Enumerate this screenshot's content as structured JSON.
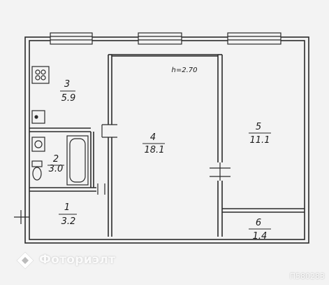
{
  "plan": {
    "ceiling_height": "h=2.70",
    "rooms": [
      {
        "id": "room-3",
        "number": "3",
        "area": "5.9"
      },
      {
        "id": "room-2",
        "number": "2",
        "area": "3.0"
      },
      {
        "id": "room-1",
        "number": "1",
        "area": "3.2"
      },
      {
        "id": "room-4",
        "number": "4",
        "area": "18.1"
      },
      {
        "id": "room-5",
        "number": "5",
        "area": "11.1"
      },
      {
        "id": "room-6",
        "number": "6",
        "area": "1.4"
      }
    ]
  },
  "watermark": {
    "brand": "Фоториэлт",
    "code": "П580283"
  }
}
